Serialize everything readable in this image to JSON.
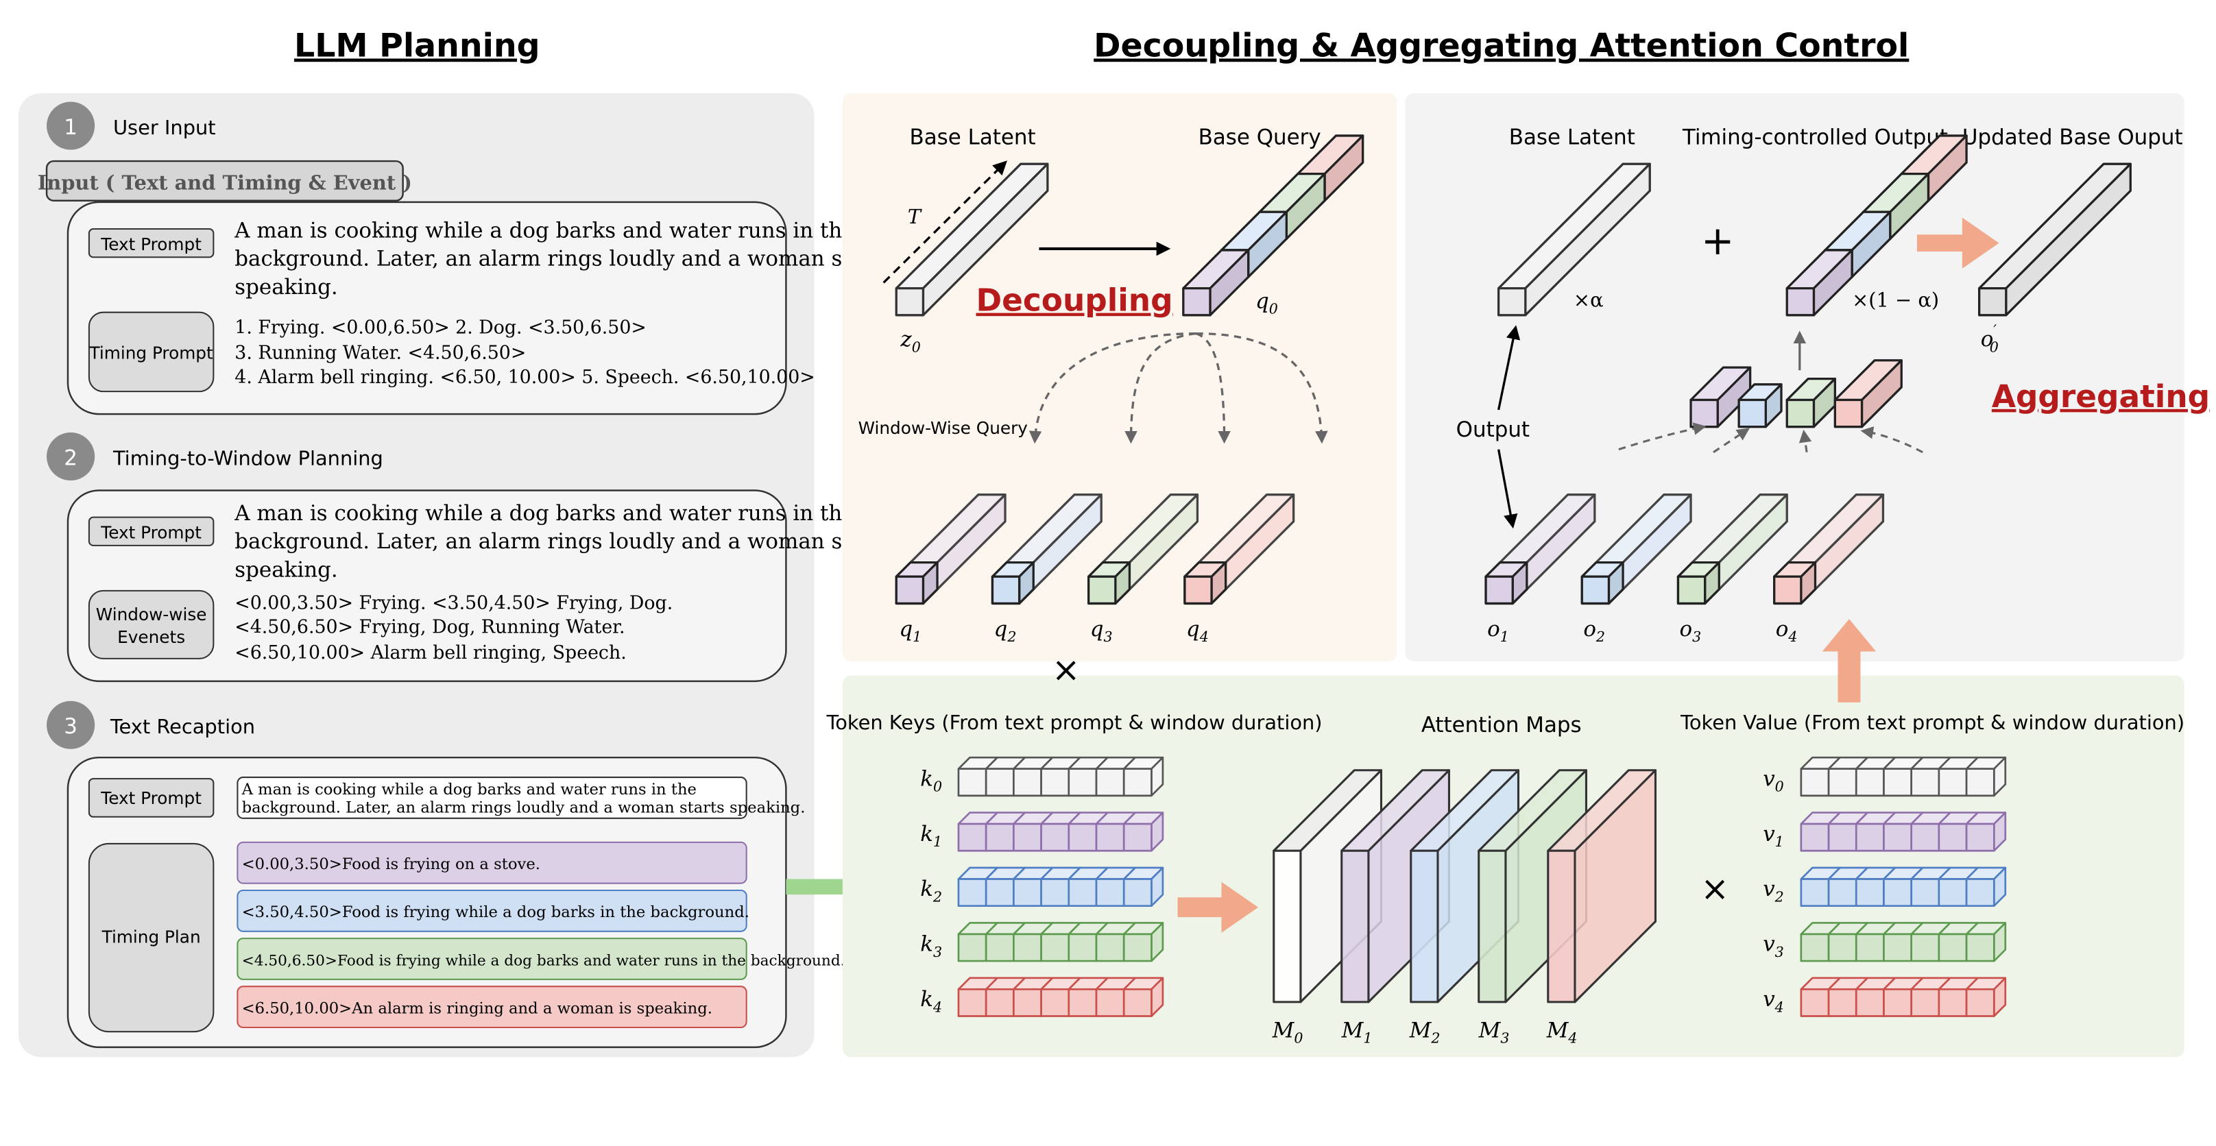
{
  "titles": {
    "left": "LLM Planning",
    "right": "Decoupling & Aggregating Attention Control"
  },
  "planning": {
    "step1": {
      "num": "1",
      "label": "User Input",
      "input_tag": "Input ( Text and Timing & Event )",
      "text_prompt_label": "Text Prompt",
      "text": [
        "A man is cooking while a dog barks and water runs in the",
        "background. Later, an alarm rings loudly and a woman starts",
        "speaking."
      ],
      "timing_label": "Timing Prompt",
      "timing": [
        "1. Frying. <0.00,6.50>   2. Dog. <3.50,6.50>",
        "3. Running Water. <4.50,6.50>",
        "4. Alarm bell ringing. <6.50, 10.00>  5. Speech. <6.50,10.00>"
      ]
    },
    "step2": {
      "num": "2",
      "label": "Timing-to-Window Planning",
      "text_prompt_label": "Text Prompt",
      "text": [
        "A man is cooking while a dog barks and water runs in the",
        "background. Later, an alarm rings loudly and a woman starts",
        "speaking."
      ],
      "window_label_1": "Window-wise",
      "window_label_2": "Evenets",
      "window": [
        "<0.00,3.50> Frying.     <3.50,4.50> Frying, Dog.",
        "<4.50,6.50> Frying, Dog, Running Water.",
        "<6.50,10.00> Alarm bell ringing, Speech."
      ]
    },
    "step3": {
      "num": "3",
      "label": "Text Recaption",
      "text_prompt_label": "Text Prompt",
      "text": [
        "A man is cooking while a dog barks and water runs in the",
        "background. Later, an alarm rings loudly and a woman starts speaking."
      ],
      "plan_label": "Timing Plan",
      "plan": [
        "<0.00,3.50>Food is frying on a stove.",
        "<3.50,4.50>Food is frying while a dog barks in the background.",
        "<4.50,6.50>Food is frying while a dog barks and water runs in the background.",
        "<6.50,10.00>An alarm is ringing and a woman is speaking."
      ]
    }
  },
  "decoupling": {
    "base_latent": "Base Latent",
    "base_query": "Base Query",
    "decoupling_label": "Decoupling",
    "window_query": "Window-Wise Query",
    "T": "T",
    "z0": "z",
    "z0_sub": "0",
    "q0": "q",
    "q0_sub": "0",
    "queries": [
      {
        "n": "q",
        "s": "1"
      },
      {
        "n": "q",
        "s": "2"
      },
      {
        "n": "q",
        "s": "3"
      },
      {
        "n": "q",
        "s": "4"
      }
    ]
  },
  "aggregating": {
    "base_latent": "Base Latent",
    "timing_output": "Timing-controlled Output",
    "updated": "Updated Base Ouput",
    "aggregating_label": "Aggregating",
    "output": "Output",
    "plus": "+",
    "alpha": "×α",
    "one_minus_alpha": "×(1 − α)",
    "o0": "o",
    "o0_sub": "0",
    "o0_prime": "′",
    "outputs": [
      {
        "n": "o",
        "s": "1"
      },
      {
        "n": "o",
        "s": "2"
      },
      {
        "n": "o",
        "s": "3"
      },
      {
        "n": "o",
        "s": "4"
      }
    ]
  },
  "attention": {
    "keys_title": "Token Keys (From text prompt & window duration)",
    "maps_title": "Attention Maps",
    "values_title": "Token Value (From text prompt & window duration)",
    "times": "×",
    "keys": [
      {
        "n": "k",
        "s": "0"
      },
      {
        "n": "k",
        "s": "1"
      },
      {
        "n": "k",
        "s": "2"
      },
      {
        "n": "k",
        "s": "3"
      },
      {
        "n": "k",
        "s": "4"
      }
    ],
    "maps": [
      {
        "n": "M",
        "s": "0"
      },
      {
        "n": "M",
        "s": "1"
      },
      {
        "n": "M",
        "s": "2"
      },
      {
        "n": "M",
        "s": "3"
      },
      {
        "n": "M",
        "s": "4"
      }
    ],
    "values": [
      {
        "n": "v",
        "s": "0"
      },
      {
        "n": "v",
        "s": "1"
      },
      {
        "n": "v",
        "s": "2"
      },
      {
        "n": "v",
        "s": "3"
      },
      {
        "n": "v",
        "s": "4"
      }
    ]
  },
  "colors": {
    "gray": "#e8e8e8",
    "purple": "#dcd0e6",
    "blue": "#cfe0f5",
    "green": "#d3e6cc",
    "red": "#f4c9c6",
    "purple_edge": "#8f6fab",
    "blue_edge": "#4f7fc2",
    "green_edge": "#5d9a50",
    "red_edge": "#c9504b",
    "accent_red": "#b71c1c",
    "arrow_orange": "#f2a98b",
    "arrow_green": "#9fd58f"
  }
}
